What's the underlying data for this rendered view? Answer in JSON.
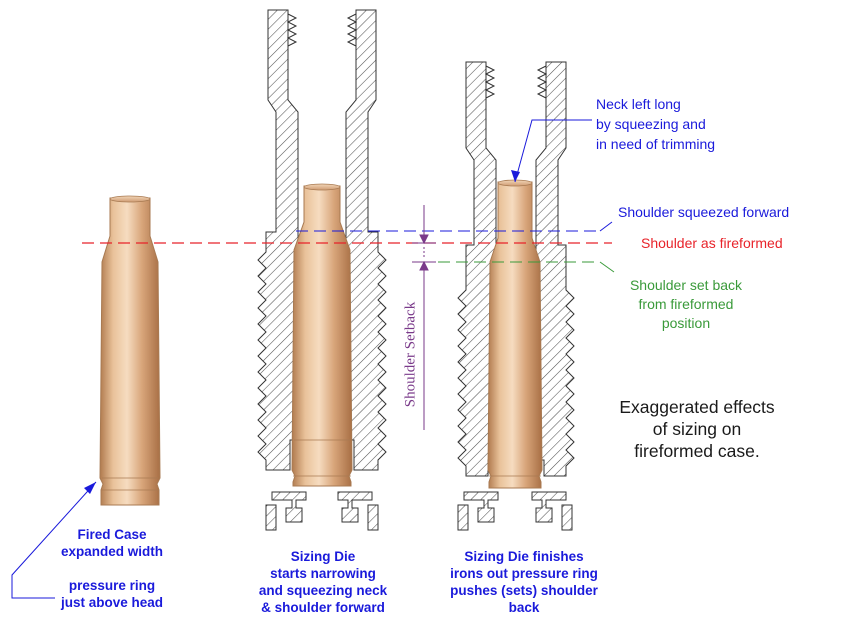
{
  "colors": {
    "blue": "#1a1adb",
    "red": "#e8232a",
    "green": "#3a9a3a",
    "purple": "#7a3a8a",
    "brass": "#d9a77a",
    "hatch": "#444444"
  },
  "captions": {
    "fired_case": {
      "line1": "Fired Case",
      "line2": "expanded width",
      "line3": "pressure ring",
      "line4": "just above head"
    },
    "sizing_die_1": {
      "line1": "Sizing Die",
      "line2": "starts narrowing",
      "line3": "and squeezing neck",
      "line4": "& shoulder forward"
    },
    "sizing_die_2": {
      "line1": "Sizing Die finishes",
      "line2": "irons out pressure ring",
      "line3": "pushes (sets) shoulder",
      "line4": "back"
    }
  },
  "callouts": {
    "neck": {
      "line1": "Neck left long",
      "line2": "by squeezing and",
      "line3": "in need of trimming"
    },
    "shoulder_forward": "Shoulder squeezed forward",
    "shoulder_fireformed": "Shoulder as fireformed",
    "shoulder_setback": {
      "line1": "Shoulder set back",
      "line2": "from fireformed",
      "line3": "position"
    },
    "setback_dimension": "Shoulder Setback"
  },
  "note": {
    "line1": "Exaggerated effects",
    "line2": "of sizing on",
    "line3": "fireformed case."
  }
}
